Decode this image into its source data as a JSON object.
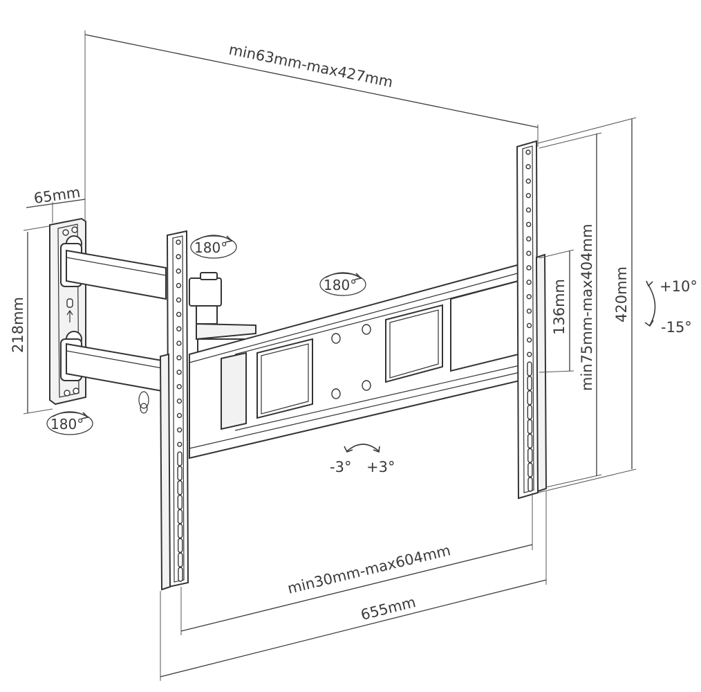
{
  "dimensions": {
    "arm_extension": "min63mm-max427mm",
    "wall_plate_depth": "65mm",
    "wall_plate_height": "218mm",
    "vesa_vertical_outer": "420mm",
    "vesa_vertical_range": "min75mm-max404mm",
    "crossbar_height": "136mm",
    "vesa_horizontal_range": "min30mm-max604mm",
    "total_width": "655mm"
  },
  "rotations": {
    "arm_joint": "180°",
    "center_swivel": "180°",
    "wall_swivel": "180°"
  },
  "tilt": {
    "up": "+10°",
    "down": "-15°"
  },
  "level_adjust": {
    "left": "-3°",
    "right": "+3°"
  }
}
